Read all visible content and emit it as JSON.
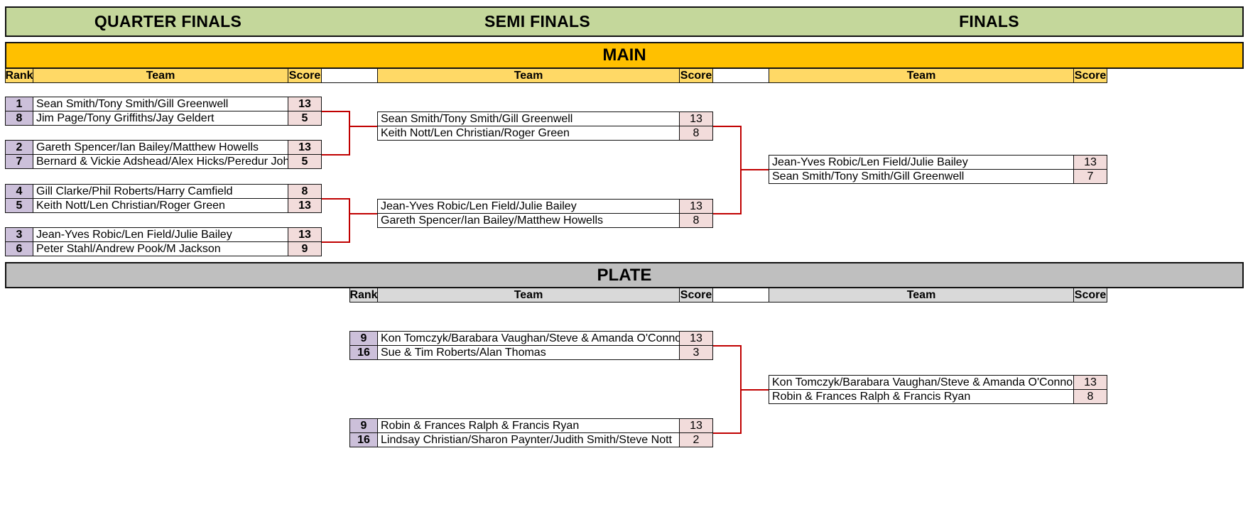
{
  "stages": [
    "QUARTER FINALS",
    "SEMI FINALS",
    "FINALS"
  ],
  "main": {
    "title": "MAIN",
    "headers": {
      "rank": "Rank",
      "team": "Team",
      "score": "Score"
    },
    "quarter_finals": [
      {
        "rank": "1",
        "team": "Sean Smith/Tony Smith/Gill Greenwell",
        "score": "13"
      },
      {
        "rank": "8",
        "team": "Jim Page/Tony Griffiths/Jay Geldert",
        "score": "5"
      },
      {
        "rank": "2",
        "team": "Gareth Spencer/Ian Bailey/Matthew Howells",
        "score": "13"
      },
      {
        "rank": "7",
        "team": "Bernard & Vickie Adshead/Alex Hicks/Peredur John",
        "score": "5"
      },
      {
        "rank": "4",
        "team": "Gill Clarke/Phil Roberts/Harry Camfield",
        "score": "8"
      },
      {
        "rank": "5",
        "team": "Keith Nott/Len Christian/Roger Green",
        "score": "13"
      },
      {
        "rank": "3",
        "team": "Jean-Yves Robic/Len Field/Julie Bailey",
        "score": "13"
      },
      {
        "rank": "6",
        "team": "Peter Stahl/Andrew Pook/M Jackson",
        "score": "9"
      }
    ],
    "semi_finals": [
      {
        "team": "Sean Smith/Tony Smith/Gill Greenwell",
        "score": "13"
      },
      {
        "team": "Keith Nott/Len Christian/Roger Green",
        "score": "8"
      },
      {
        "team": "Jean-Yves Robic/Len Field/Julie Bailey",
        "score": "13"
      },
      {
        "team": "Gareth Spencer/Ian Bailey/Matthew Howells",
        "score": "8"
      }
    ],
    "finals": [
      {
        "team": "Jean-Yves Robic/Len Field/Julie Bailey",
        "score": "13"
      },
      {
        "team": "Sean Smith/Tony Smith/Gill Greenwell",
        "score": "7"
      }
    ]
  },
  "plate": {
    "title": "PLATE",
    "headers": {
      "rank": "Rank",
      "team": "Team",
      "score": "Score"
    },
    "semi_finals": [
      {
        "rank": "9",
        "team": "Kon Tomczyk/Barabara Vaughan/Steve & Amanda O'Connor",
        "score": "13"
      },
      {
        "rank": "16",
        "team": "Sue & Tim Roberts/Alan Thomas",
        "score": "3"
      },
      {
        "rank": "9",
        "team": "Robin & Frances Ralph & Francis Ryan",
        "score": "13"
      },
      {
        "rank": "16",
        "team": "Lindsay Christian/Sharon Paynter/Judith Smith/Steve Nott",
        "score": "2"
      }
    ],
    "finals": [
      {
        "team": "Kon Tomczyk/Barabara Vaughan/Steve & Amanda O'Connor",
        "score": "13"
      },
      {
        "team": "Robin & Frances Ralph & Francis Ryan",
        "score": "8"
      }
    ]
  },
  "colors": {
    "stage_band": "#c4d79b",
    "main_band": "#ffc000",
    "main_header": "#ffd966",
    "plate_band": "#bfbfbf",
    "plate_header": "#d9d9d9",
    "rank_cell": "#ccc0da",
    "score_cell": "#f2dcdb",
    "connector": "#c00000"
  }
}
